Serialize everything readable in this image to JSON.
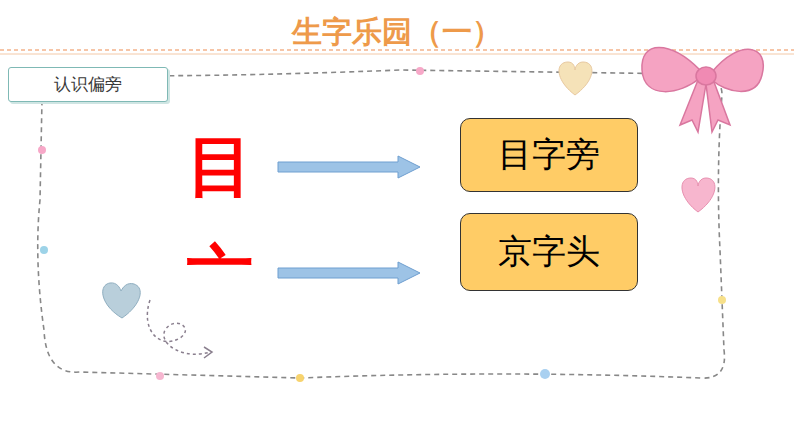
{
  "diagram": {
    "title": "生字乐园（一）",
    "nodes": [
      {
        "text": [
          "认识偏旁"
        ]
      },
      {
        "text": [
          "目"
        ]
      },
      {
        "text": [
          "目字旁"
        ]
      },
      {
        "text": [
          "亠"
        ]
      },
      {
        "text": [
          "京字头"
        ]
      }
    ],
    "edges": [
      {
        "from": 1,
        "to": 2,
        "arrow": "to"
      },
      {
        "from": 3,
        "to": 4,
        "arrow": "to"
      }
    ]
  }
}
